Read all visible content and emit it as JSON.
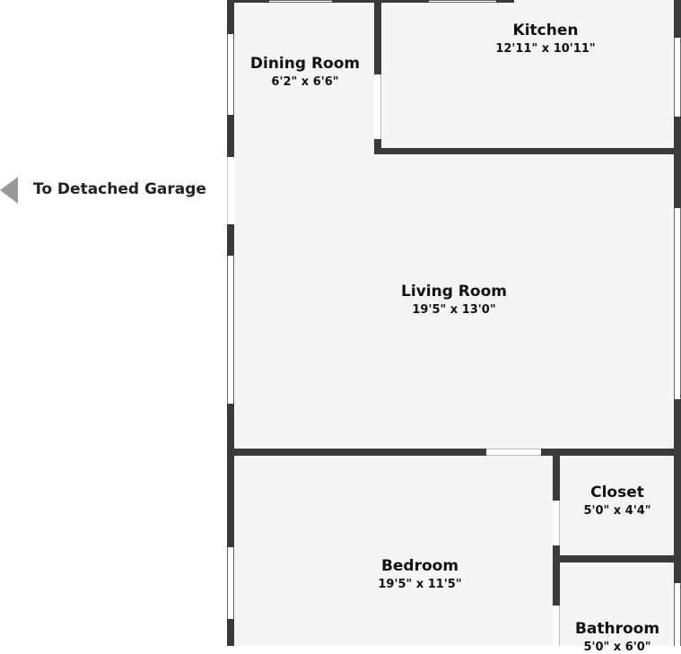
{
  "plan": {
    "rooms": [
      {
        "name": "Dining Room",
        "dims": "6'2\" x 6'6\""
      },
      {
        "name": "Kitchen",
        "dims": "12'11\" x 10'11\""
      },
      {
        "name": "Living Room",
        "dims": "19'5\" x 13'0\""
      },
      {
        "name": "Closet",
        "dims": "5'0\" x 4'4\""
      },
      {
        "name": "Bedroom",
        "dims": "19'5\" x 11'5\""
      },
      {
        "name": "Bathroom",
        "dims": "5'0\" x 6'0\""
      }
    ],
    "garage_label": "To Detached Garage",
    "colors": {
      "wall": "#3a3a3a",
      "floor": "#f5f5f5",
      "arrow": "#999999"
    }
  }
}
